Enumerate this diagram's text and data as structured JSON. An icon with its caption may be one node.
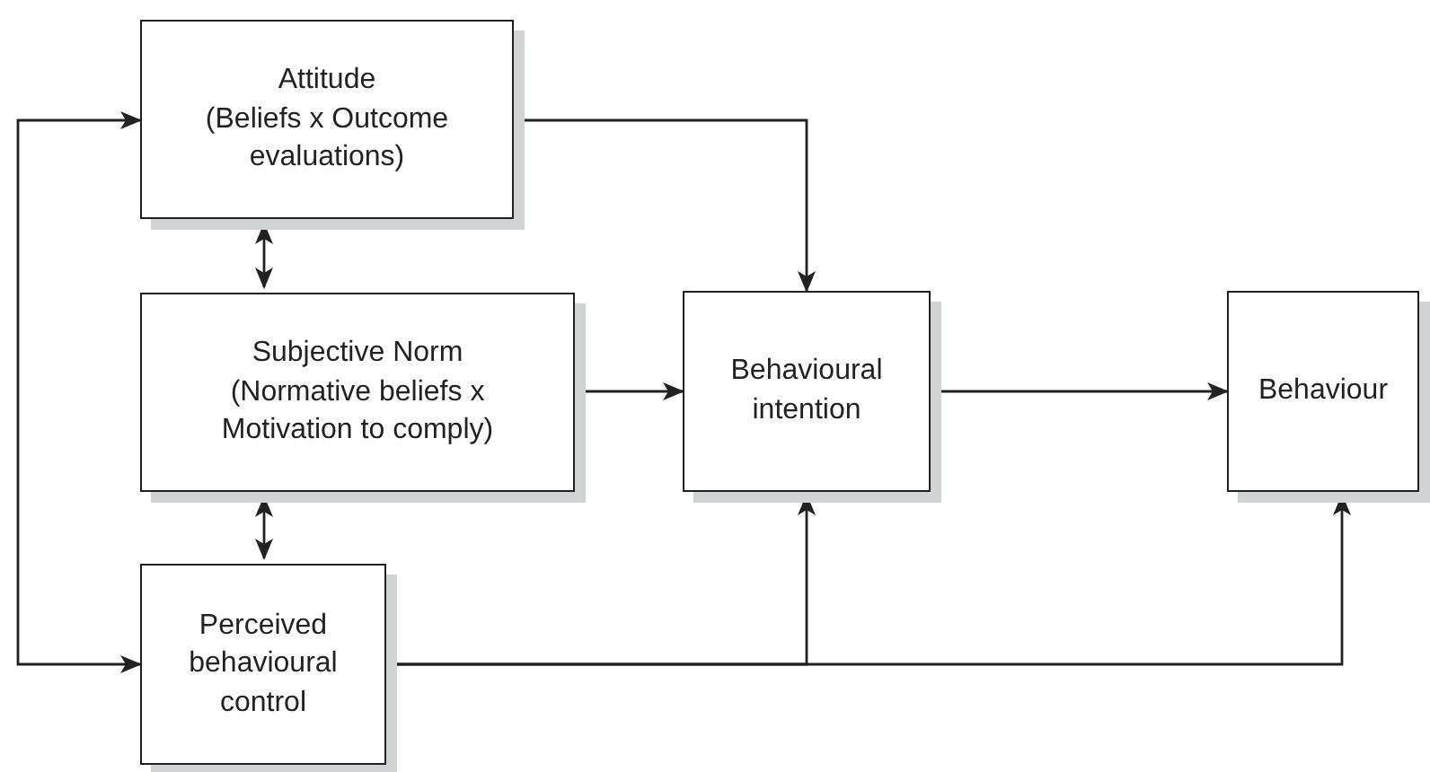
{
  "diagram": {
    "nodes": [
      {
        "text": [
          "Attitude",
          "(Beliefs x Outcome evaluations)"
        ]
      },
      {
        "text": [
          "Subjective Norm",
          "(Normative beliefs x Motivation to comply)"
        ]
      },
      {
        "text": [
          "Perceived behavioural control"
        ]
      },
      {
        "text": [
          "Behavioural intention"
        ]
      },
      {
        "text": [
          "Behaviour"
        ]
      }
    ],
    "edges": [
      {
        "from": 0,
        "to": 1,
        "arrow": "both"
      },
      {
        "from": 1,
        "to": 2,
        "arrow": "both"
      },
      {
        "from": 0,
        "to": 3,
        "arrow": "to"
      },
      {
        "from": 1,
        "to": 3,
        "arrow": "to"
      },
      {
        "from": 3,
        "to": 4,
        "arrow": "to"
      },
      {
        "from": 2,
        "to": 3,
        "arrow": "to"
      },
      {
        "from": 2,
        "to": 4,
        "arrow": "to"
      },
      {
        "from": 2,
        "to": 0,
        "arrow": "both"
      }
    ]
  }
}
